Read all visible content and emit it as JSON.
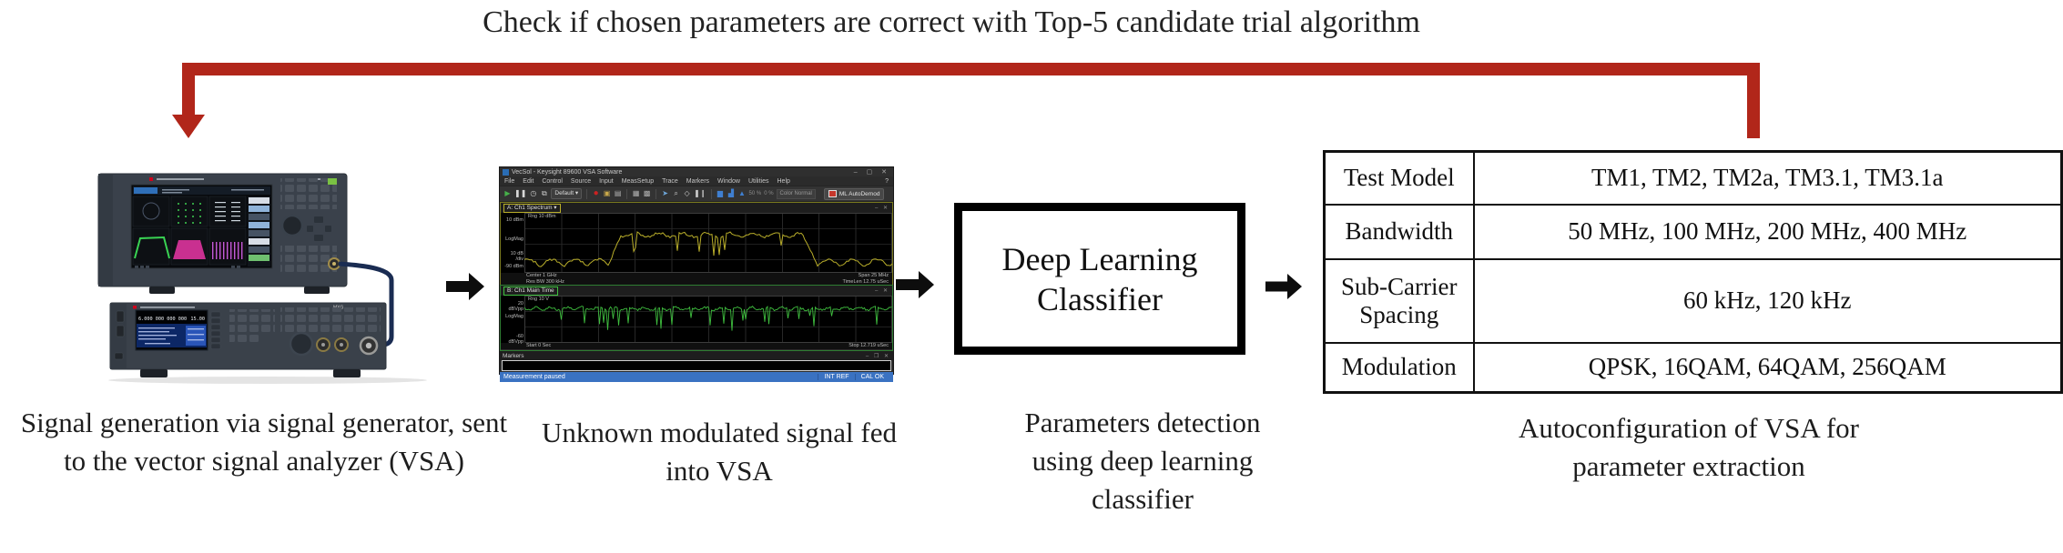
{
  "colors": {
    "feedback_red": "#b1261a",
    "trace_yellow": "#b9ae2a",
    "trace_green": "#3fbf3f",
    "status_blue": "#3a72c2",
    "classifier_border": "#000000"
  },
  "feedback_label": "Check if chosen parameters are correct with Top-5 candidate trial algorithm",
  "instruments": {
    "caption": "Signal generation via signal generator, sent to the vector signal analyzer (VSA)",
    "generator_freq": "6.000 000 000 000",
    "generator_level": "15.00",
    "generator_model": "MXG"
  },
  "vsa": {
    "caption": "Unknown modulated signal fed into VSA",
    "titlebar": "VecSol - Keysight 89600 VSA Software",
    "window_buttons": "– ▢ ✕",
    "menus": [
      "File",
      "Edit",
      "Control",
      "Source",
      "Input",
      "MeasSetup",
      "Trace",
      "Markers",
      "Window",
      "Utilities",
      "Help"
    ],
    "help_mark": "?",
    "toolbar": {
      "icons": [
        {
          "name": "play-icon",
          "glyph": "▶"
        },
        {
          "name": "pause-icon",
          "glyph": "❚❚"
        },
        {
          "name": "restart-icon",
          "glyph": "◷"
        },
        {
          "name": "layout-icon",
          "glyph": "⧉"
        },
        {
          "name": "record-icon",
          "glyph": "●"
        },
        {
          "name": "camera-icon",
          "glyph": "▣"
        },
        {
          "name": "copy-icon",
          "glyph": "▤"
        },
        {
          "name": "grid-icon",
          "glyph": "▦"
        },
        {
          "name": "trace-icon",
          "glyph": "▩"
        },
        {
          "name": "pointer-icon",
          "glyph": "➤"
        },
        {
          "name": "zoom-icon",
          "glyph": "⌕"
        },
        {
          "name": "axes-icon",
          "glyph": "◇"
        },
        {
          "name": "marker-icon",
          "glyph": "❚❙"
        },
        {
          "name": "spectrum-icon",
          "glyph": "▆"
        },
        {
          "name": "waterfall-icon",
          "glyph": "▟"
        },
        {
          "name": "peak-icon",
          "glyph": "▲"
        }
      ],
      "preset": "Default",
      "preset_arrow": "▾",
      "pct1": "50 %",
      "pct2": "0 %",
      "color_mode": "Color Normal",
      "ml_button": "ML AutoDemod"
    },
    "panel_a": {
      "title": "A: Ch1 Spectrum ▾",
      "rng": "Rng 10 dBm",
      "y_top": "10 dBm",
      "scale": "LogMag",
      "y_div": "10 dB /div",
      "y_bot": "-90 dBm",
      "bottom_left": "Center 1 GHz\nRes BW 300 kHz",
      "bottom_right": "Span 25 MHz\nTimeLen 12.75 uSec"
    },
    "panel_b": {
      "title": "B: Ch1 Main Time",
      "rng": "Rng 10 V",
      "y_top": "20 dBVpp",
      "scale": "LogMag",
      "y_bot": "-60 dBVpp",
      "bottom_left": "Start 0 Sec",
      "bottom_right": "Stop 12.719 uSec"
    },
    "markers_title": "Markers",
    "markers_buttons": "– ❐ ✕",
    "status_left": "Measurement paused",
    "status_right1": "INT REF",
    "status_right2": "CAL OK"
  },
  "classifier": {
    "label": "Deep Learning Classifier",
    "caption": "Parameters detection using deep learning classifier"
  },
  "config_table": {
    "caption": "Autoconfiguration of VSA for parameter extraction",
    "rows": [
      {
        "label": "Test Model",
        "value": "TM1, TM2, TM2a, TM3.1, TM3.1a"
      },
      {
        "label": "Bandwidth",
        "value": "50 MHz, 100 MHz, 200 MHz, 400 MHz"
      },
      {
        "label": "Sub-Carrier Spacing",
        "value": "60 kHz, 120 kHz"
      },
      {
        "label": "Modulation",
        "value": "QPSK, 16QAM, 64QAM, 256QAM"
      }
    ]
  }
}
